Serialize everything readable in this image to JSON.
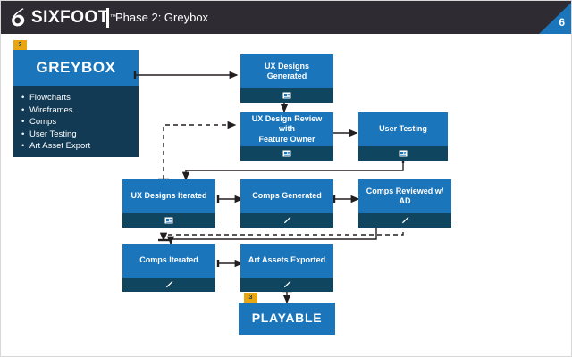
{
  "header": {
    "logo_mark": "sixfoot-six-logo",
    "logo_word": "SIXFOOT",
    "logo_tm": "™",
    "title": "Phase 2: Greybox",
    "page_number": "6"
  },
  "colors": {
    "header_bg": "#2e2b33",
    "accent_blue": "#1b75bb",
    "dark_blue": "#123a54",
    "footer_blue": "#10455f",
    "tag_gold": "#e8a712",
    "canvas": "#ffffff",
    "wire": "#231f20"
  },
  "greybox": {
    "tag": "2",
    "title": "GREYBOX",
    "items": [
      "Flowcharts",
      "Wireframes",
      "Comps",
      "User Testing",
      "Art Asset Export"
    ]
  },
  "nodes": [
    {
      "id": "ux-designs-generated",
      "label": "UX Designs Generated",
      "icon": "monitor-icon"
    },
    {
      "id": "ux-design-review",
      "label": "UX Design Review with\nFeature Owner",
      "icon": "monitor-icon"
    },
    {
      "id": "user-testing",
      "label": "User Testing",
      "icon": "monitor-icon"
    },
    {
      "id": "ux-designs-iterated",
      "label": "UX Designs Iterated",
      "icon": "monitor-icon"
    },
    {
      "id": "comps-generated",
      "label": "Comps Generated",
      "icon": "pen-icon"
    },
    {
      "id": "comps-reviewed-ad",
      "label": "Comps Reviewed w/ AD",
      "icon": "pen-icon"
    },
    {
      "id": "comps-iterated",
      "label": "Comps Iterated",
      "icon": "pen-icon"
    },
    {
      "id": "art-assets-exported",
      "label": "Art Assets Exported",
      "icon": "pen-icon"
    }
  ],
  "playable": {
    "tag": "3",
    "label": "PLAYABLE"
  }
}
